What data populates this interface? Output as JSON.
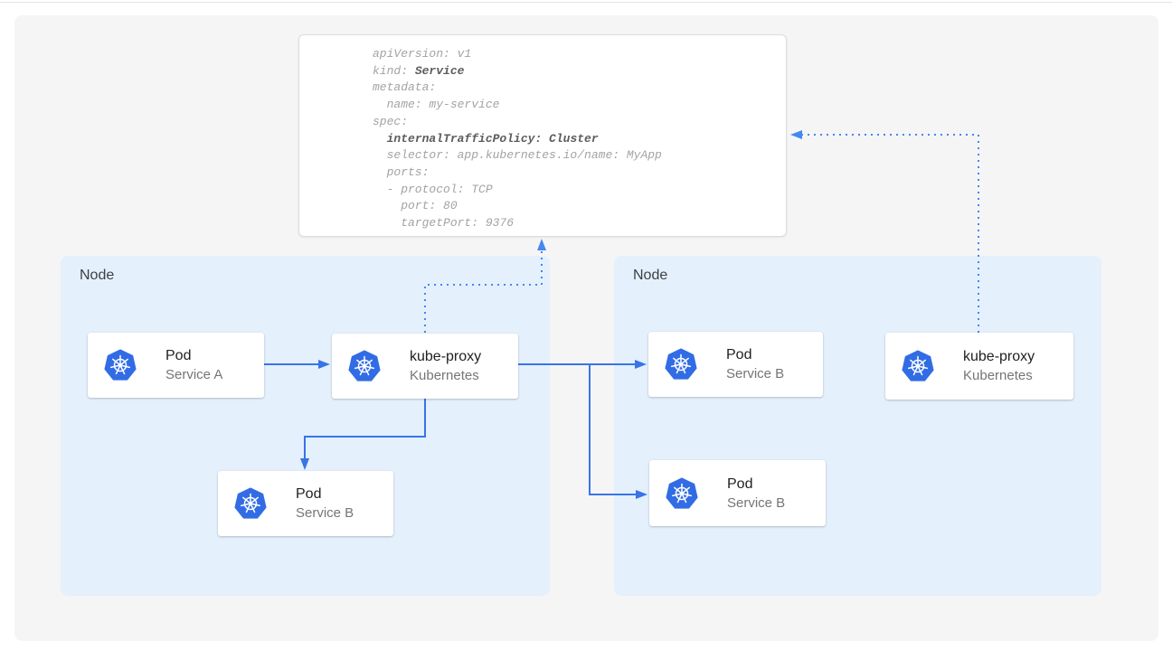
{
  "yaml_panel": {
    "lines": [
      [
        {
          "t": "apiVersion: v1"
        }
      ],
      [
        {
          "t": "kind: "
        },
        {
          "t": "Service",
          "b": true
        }
      ],
      [
        {
          "t": "metadata:"
        }
      ],
      [
        {
          "t": "  name: my-service"
        }
      ],
      [
        {
          "t": "spec:"
        }
      ],
      [
        {
          "t": "  "
        },
        {
          "t": "internalTrafficPolicy: Cluster",
          "b": true
        }
      ],
      [
        {
          "t": "  selector: app.kubernetes.io/name: MyApp"
        }
      ],
      [
        {
          "t": "  ports:"
        }
      ],
      [
        {
          "t": "  - protocol: TCP"
        }
      ],
      [
        {
          "t": "    port: 80"
        }
      ],
      [
        {
          "t": "    targetPort: 9376"
        }
      ]
    ]
  },
  "nodes": {
    "left": {
      "label": "Node"
    },
    "right": {
      "label": "Node"
    }
  },
  "cards": {
    "pod_a": {
      "title": "Pod",
      "subtitle": "Service A"
    },
    "kube_proxy_left": {
      "title": "kube-proxy",
      "subtitle": "Kubernetes"
    },
    "pod_b_left": {
      "title": "Pod",
      "subtitle": "Service B"
    },
    "pod_b_right_top": {
      "title": "Pod",
      "subtitle": "Service B"
    },
    "pod_b_right_bottom": {
      "title": "Pod",
      "subtitle": "Service B"
    },
    "kube_proxy_right": {
      "title": "kube-proxy",
      "subtitle": "Kubernetes"
    }
  },
  "icons": {
    "card_icon": "kubernetes-helm-logo"
  },
  "colors": {
    "canvas_bg": "#f5f5f6",
    "node_bg": "#e4f0fc",
    "solid_arrow": "#3874e8",
    "dotted_arrow": "#4787f0",
    "kubernetes_blue": "#326ce5",
    "card_title": "#212124",
    "card_subtitle": "#757575",
    "node_label": "#3c4043",
    "yaml_regular": "#a3a3a3",
    "yaml_bold": "#5c5c5c",
    "yaml_border": "#dadce0"
  }
}
